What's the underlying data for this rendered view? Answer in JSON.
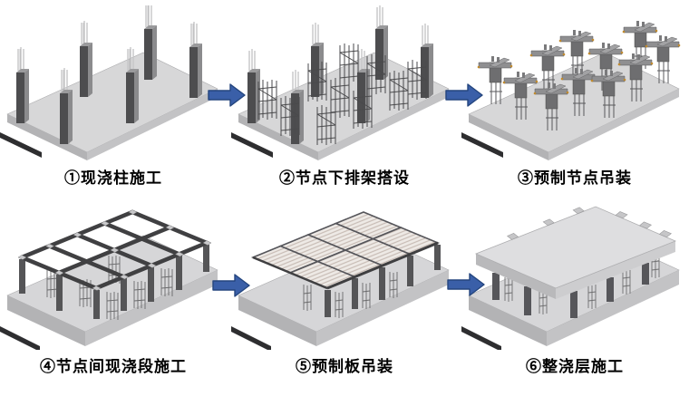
{
  "diagram": {
    "type": "construction-process-flow",
    "steps": [
      {
        "caption": "①现浇柱施工",
        "name": "cast-in-place-column-construction"
      },
      {
        "caption": "②节点下排架搭设",
        "name": "bent-frame-erection-under-joints"
      },
      {
        "caption": "③预制节点吊装",
        "name": "precast-joint-hoisting"
      },
      {
        "caption": "④节点间现浇段施工",
        "name": "cast-in-place-segment-between-joints"
      },
      {
        "caption": "⑤预制板吊装",
        "name": "precast-slab-hoisting"
      },
      {
        "caption": "⑥整浇层施工",
        "name": "monolithic-topping-layer-construction"
      }
    ],
    "arrow": {
      "glyph": "right-block-arrow",
      "fill": "#3a5fa8",
      "stroke": "#24457e"
    },
    "colors": {
      "background": "#ffffff",
      "caption_text": "#000000",
      "slab_top": "#d7d7d8",
      "slab_side": "#c3c3c5",
      "concrete_dark": "#4d4d4f",
      "precast_panel": "#eeeae6"
    }
  }
}
